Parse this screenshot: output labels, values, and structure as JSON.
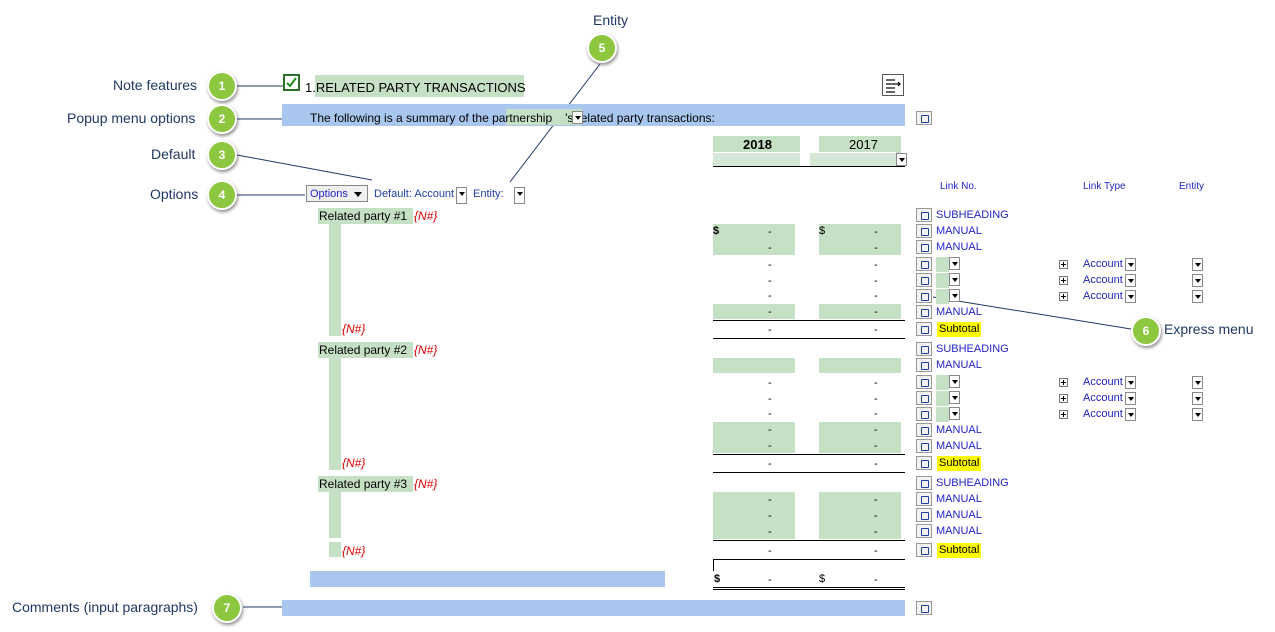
{
  "callouts": [
    {
      "label": "Note features",
      "num": "1"
    },
    {
      "label": "Popup menu options",
      "num": "2"
    },
    {
      "label": "Default",
      "num": "3"
    },
    {
      "label": "Options",
      "num": "4"
    },
    {
      "label": "Entity",
      "num": "5"
    },
    {
      "label": "Express menu",
      "num": "6"
    },
    {
      "label": "Comments (input paragraphs)",
      "num": "7"
    }
  ],
  "note": {
    "title": "1.RELATED PARTY TRANSACTIONS",
    "intro_before": "The following is a summary of the ",
    "entity_word": "partnership",
    "intro_after": "'s related party transactions:"
  },
  "years": {
    "current": "2018",
    "prior": "2017"
  },
  "options": {
    "button": "Options",
    "default": "Default: Account",
    "entity": "Entity:"
  },
  "headers": {
    "link_no": "Link No.",
    "link_type": "Link Type",
    "entity": "Entity"
  },
  "parties": [
    "Related party #1",
    "Related party #2",
    "Related party #3"
  ],
  "nplace": "{N#}",
  "cells": {
    "dash": "-",
    "dollar": "$"
  },
  "links": {
    "subheading": "SUBHEADING",
    "manual": "MANUAL",
    "subtotal": "Subtotal",
    "account": "Account"
  },
  "colors": {
    "green": "#C6E0C6",
    "blue": "#A9C7EE",
    "badge": "#8DC63F",
    "link": "#2323C8"
  }
}
